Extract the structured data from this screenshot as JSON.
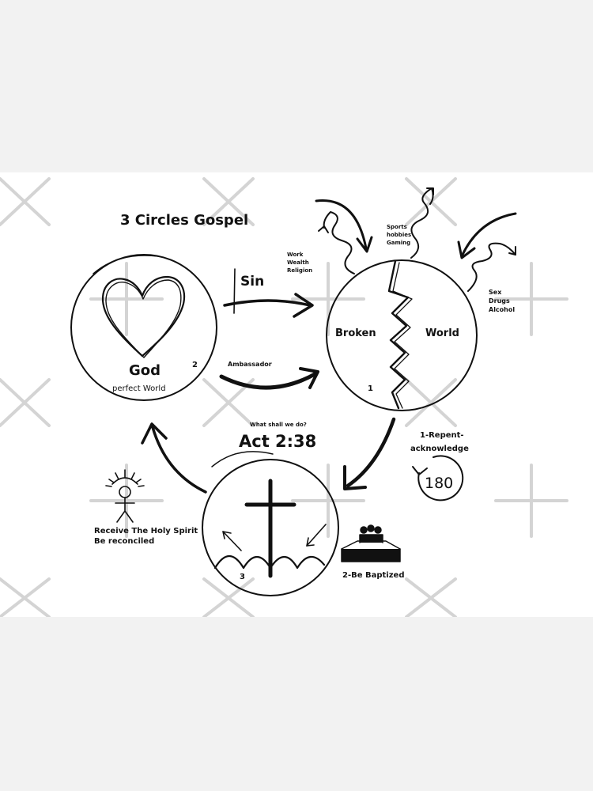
{
  "title": "3 Circles Gospel",
  "circle_god": {
    "label": "God",
    "sublabel": "perfect World",
    "number": "2"
  },
  "circle_broken": {
    "label_left": "Broken",
    "label_right": "World",
    "number": "1"
  },
  "circle_cross": {
    "number": "3"
  },
  "arrows": {
    "sin_label": "Sin",
    "ambassador_label": "Ambassador"
  },
  "act": {
    "question": "What shall we do?",
    "reference": "Act 2:38"
  },
  "steps": {
    "repent_line1": "1-Repent-",
    "repent_line2": "acknowledge",
    "turn_number": "180",
    "baptized": "2-Be Baptized",
    "spirit_line1": "Receive The Holy Spirit",
    "spirit_line2": "Be reconciled"
  },
  "temptations": {
    "left": [
      "Work",
      "Wealth",
      "Religion"
    ],
    "top": [
      "Sports",
      "hobbies",
      "Gaming"
    ],
    "right": [
      "Sex",
      "Drugs",
      "Alcohol"
    ]
  },
  "icons": [
    "heart-icon",
    "cross-icon",
    "waves-icon",
    "rotate-180-icon",
    "baptism-icon",
    "holy-spirit-figure-icon"
  ],
  "colors": {
    "ink": "#111111",
    "background": "#f2f2f2",
    "sheet": "#ffffff",
    "watermark": "#d4d4d4"
  }
}
